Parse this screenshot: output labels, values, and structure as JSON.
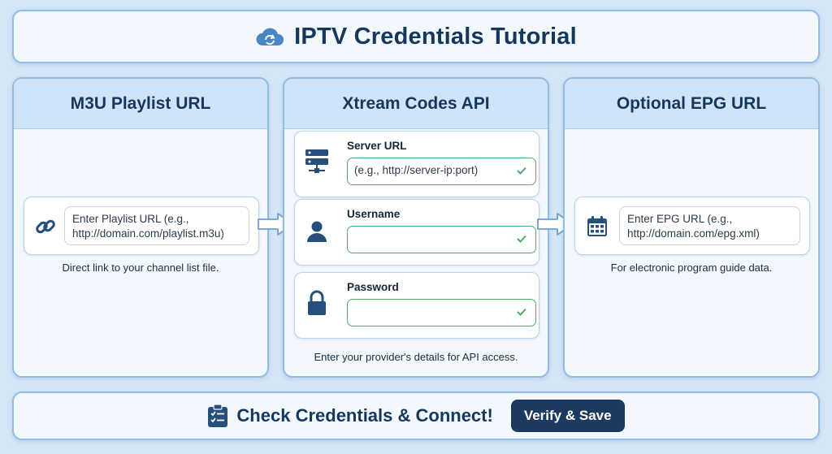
{
  "header": {
    "title": "IPTV Credentials Tutorial",
    "icon": "cloud-sync-icon"
  },
  "m3u": {
    "title": "M3U Playlist URL",
    "icon": "link-icon",
    "placeholder_line1": "Enter Playlist URL (e.g.,",
    "placeholder_line2": "http://domain.com/playlist.m3u)",
    "caption": "Direct link to your channel list file."
  },
  "xtream": {
    "title": "Xtream Codes API",
    "fields": [
      {
        "label": "Server URL",
        "placeholder": "(e.g., http://server-ip:port)",
        "icon": "server-icon"
      },
      {
        "label": "Username",
        "placeholder": "",
        "icon": "user-icon"
      },
      {
        "label": "Password",
        "placeholder": "",
        "icon": "lock-icon"
      }
    ],
    "caption": "Enter your provider's details for API access."
  },
  "epg": {
    "title": "Optional EPG URL",
    "icon": "calendar-icon",
    "placeholder_line1": "Enter EPG URL (e.g.,",
    "placeholder_line2": "http://domain.com/epg.xml)",
    "caption": "For electronic program guide data."
  },
  "footer": {
    "icon": "clipboard-checklist-icon",
    "cta": "Check Credentials & Connect!",
    "button_label": "Verify & Save"
  },
  "colors": {
    "accent": "#16375c",
    "valid": "#4cae64",
    "button": "#1c3a5f",
    "panel_border": "#8fbde6"
  }
}
